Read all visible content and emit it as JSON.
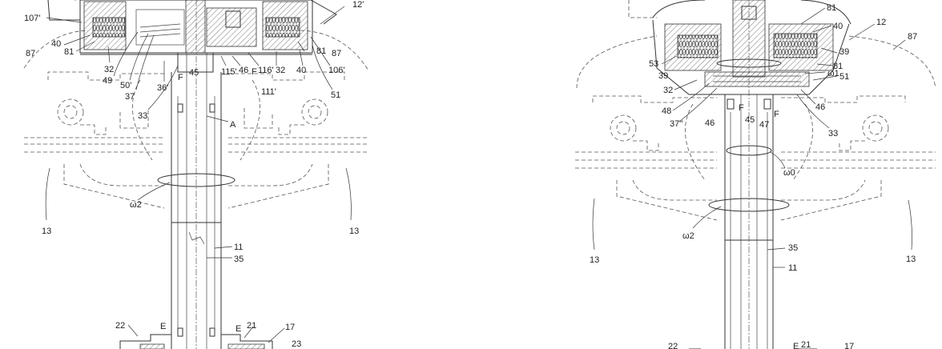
{
  "figure_left": {
    "labels": [
      {
        "id": "l107",
        "text": "107'"
      },
      {
        "id": "l12",
        "text": "12'"
      },
      {
        "id": "l40a",
        "text": "40"
      },
      {
        "id": "l81a",
        "text": "81"
      },
      {
        "id": "l87a",
        "text": "87"
      },
      {
        "id": "l32a",
        "text": "32"
      },
      {
        "id": "l49",
        "text": "49"
      },
      {
        "id": "l50",
        "text": "50'"
      },
      {
        "id": "l37",
        "text": "37"
      },
      {
        "id": "l36",
        "text": "36'"
      },
      {
        "id": "l33",
        "text": "33"
      },
      {
        "id": "lF",
        "text": "F"
      },
      {
        "id": "l45",
        "text": "45"
      },
      {
        "id": "l115",
        "text": "115'"
      },
      {
        "id": "l46",
        "text": "46"
      },
      {
        "id": "lF2",
        "text": "F"
      },
      {
        "id": "l116",
        "text": "116'"
      },
      {
        "id": "l32b",
        "text": "32"
      },
      {
        "id": "l40b",
        "text": "40"
      },
      {
        "id": "l106",
        "text": "106'"
      },
      {
        "id": "l81b",
        "text": "81"
      },
      {
        "id": "l87b",
        "text": "87"
      },
      {
        "id": "l111",
        "text": "111'"
      },
      {
        "id": "l51",
        "text": "51"
      },
      {
        "id": "lA",
        "text": "A"
      },
      {
        "id": "lw2",
        "text": "ω2"
      },
      {
        "id": "l13a",
        "text": "13"
      },
      {
        "id": "l13b",
        "text": "13"
      },
      {
        "id": "l11",
        "text": "11"
      },
      {
        "id": "l35",
        "text": "35"
      },
      {
        "id": "l22",
        "text": "22"
      },
      {
        "id": "lE1",
        "text": "E"
      },
      {
        "id": "lE2",
        "text": "E"
      },
      {
        "id": "l21",
        "text": "21"
      },
      {
        "id": "l17",
        "text": "17"
      },
      {
        "id": "l23",
        "text": "23"
      }
    ]
  },
  "figure_right": {
    "labels": [
      {
        "id": "r81a",
        "text": "81"
      },
      {
        "id": "r40",
        "text": "40"
      },
      {
        "id": "r12",
        "text": "12"
      },
      {
        "id": "r87",
        "text": "87"
      },
      {
        "id": "r53",
        "text": "53"
      },
      {
        "id": "r39a",
        "text": "39"
      },
      {
        "id": "r39b",
        "text": "39"
      },
      {
        "id": "r81b",
        "text": "81"
      },
      {
        "id": "rw1",
        "text": "ω1"
      },
      {
        "id": "r51",
        "text": "51"
      },
      {
        "id": "r32",
        "text": "32"
      },
      {
        "id": "r48",
        "text": "48"
      },
      {
        "id": "r37",
        "text": "37''"
      },
      {
        "id": "r46a",
        "text": "46"
      },
      {
        "id": "rF1",
        "text": "F"
      },
      {
        "id": "r45",
        "text": "45"
      },
      {
        "id": "r47",
        "text": "47"
      },
      {
        "id": "rF2",
        "text": "F"
      },
      {
        "id": "r46b",
        "text": "46"
      },
      {
        "id": "r33",
        "text": "33"
      },
      {
        "id": "rw0",
        "text": "ω0"
      },
      {
        "id": "rw2",
        "text": "ω2"
      },
      {
        "id": "r13a",
        "text": "13"
      },
      {
        "id": "r13b",
        "text": "13"
      },
      {
        "id": "r35",
        "text": "35"
      },
      {
        "id": "r11",
        "text": "11"
      },
      {
        "id": "r22",
        "text": "22"
      },
      {
        "id": "rE",
        "text": "E"
      },
      {
        "id": "r21",
        "text": "21"
      },
      {
        "id": "r17",
        "text": "17"
      }
    ]
  }
}
